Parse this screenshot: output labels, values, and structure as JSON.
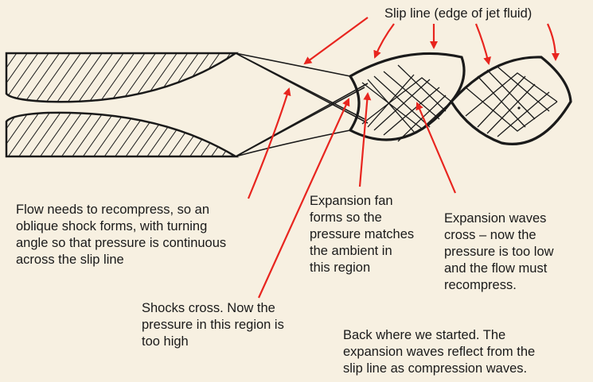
{
  "labels": {
    "slip_line": "Slip line (edge of jet fluid)",
    "oblique_shock": "Flow needs to recompress, so an\noblique shock forms, with turning\nangle so that pressure is continuous\nacross the slip line",
    "expansion_fan": "Expansion fan\nforms so the\npressure matches\nthe ambient in\nthis region",
    "expansion_waves_cross": "Expansion waves\ncross – now the\npressure is too low\nand the flow must\nrecompress.",
    "shocks_cross": "Shocks cross. Now the\npressure in this region is\ntoo high",
    "back_where_started": "Back where we started. The\nexpansion waves reflect from the\nslip line as compression waves."
  },
  "colors": {
    "background": "#f7f0e1",
    "ink": "#1a1a1a",
    "annotation": "#e8251f"
  }
}
